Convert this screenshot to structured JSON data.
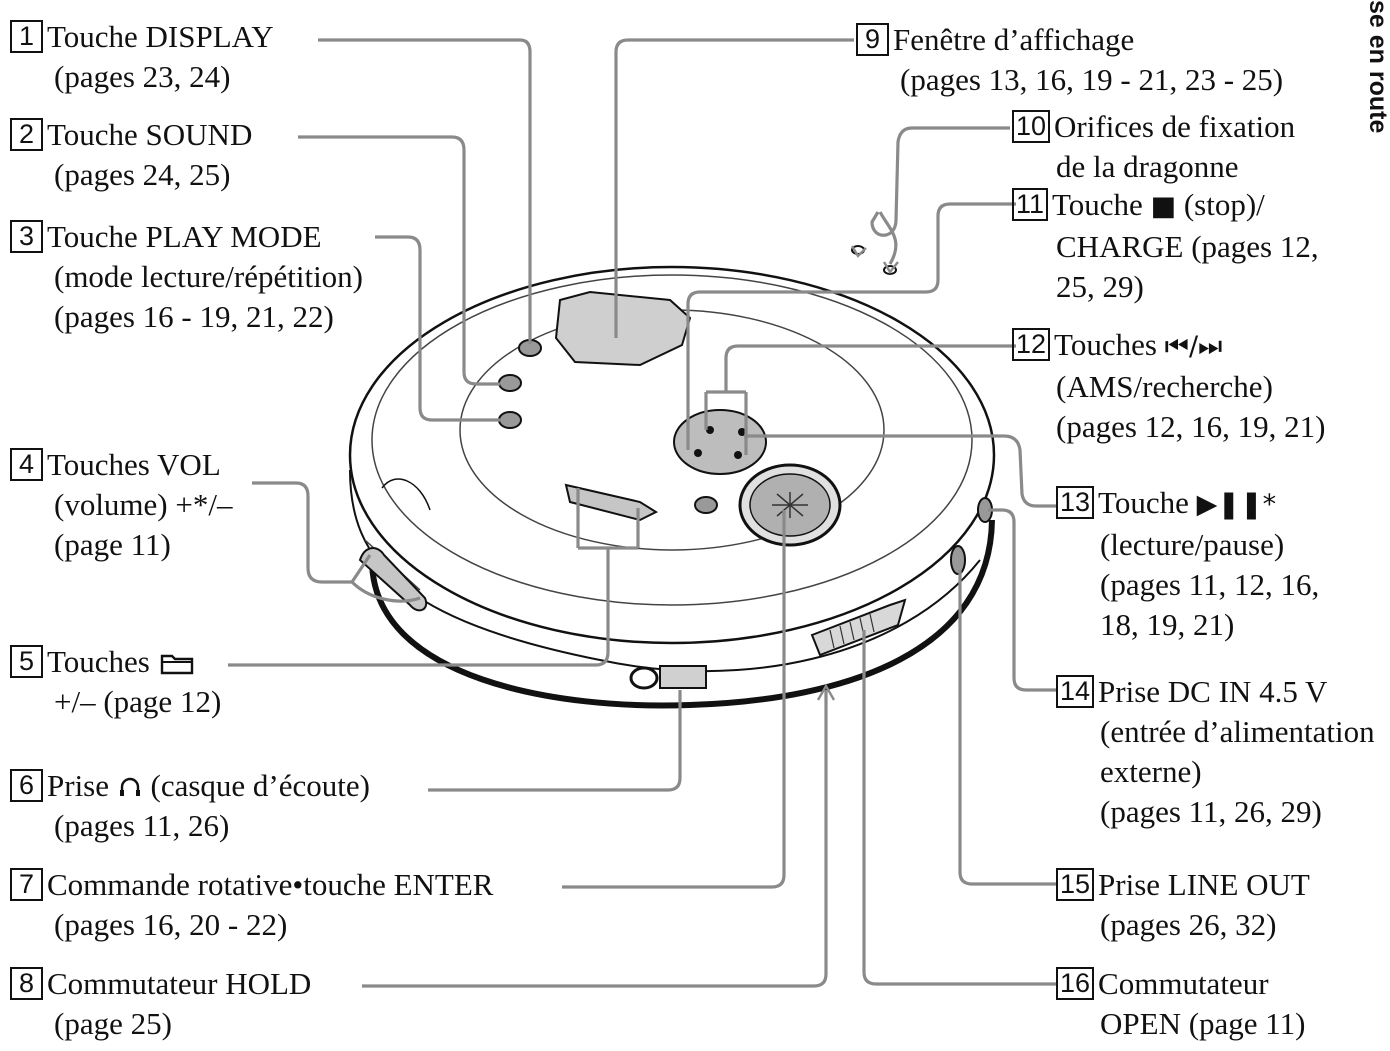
{
  "section_tab": "se en route",
  "callouts": [
    {
      "num": "1",
      "lines": [
        "Touche DISPLAY",
        "(pages 23, 24)"
      ]
    },
    {
      "num": "2",
      "lines": [
        "Touche SOUND",
        "(pages 24, 25)"
      ]
    },
    {
      "num": "3",
      "lines": [
        "Touche PLAY MODE",
        "(mode lecture/répétition)",
        "(pages 16 - 19, 21, 22)"
      ]
    },
    {
      "num": "4",
      "lines": [
        "Touches VOL",
        "(volume) +*/–",
        "(page 11)"
      ]
    },
    {
      "num": "5",
      "prefix": "Touches",
      "icon": "folder-icon",
      "lines": [
        "+/– (page 12)"
      ]
    },
    {
      "num": "6",
      "prefix": "Prise",
      "icon": "headphones-icon",
      "suffix": "(casque d’écoute)",
      "lines": [
        "(pages 11, 26)"
      ]
    },
    {
      "num": "7",
      "lines": [
        "Commande rotative•touche ENTER",
        "(pages 16, 20 - 22)"
      ]
    },
    {
      "num": "8",
      "lines": [
        "Commutateur HOLD",
        "(page 25)"
      ]
    },
    {
      "num": "9",
      "lines": [
        "Fenêtre d’affichage",
        "(pages 13, 16, 19 - 21, 23 - 25)"
      ]
    },
    {
      "num": "10",
      "lines": [
        "Orifices de fixation",
        "de la dragonne"
      ]
    },
    {
      "num": "11",
      "prefix": "Touche",
      "symbol": "■",
      "suffix": "(stop)/",
      "lines": [
        "CHARGE (pages 12,",
        "25, 29)"
      ]
    },
    {
      "num": "12",
      "prefix": "Touches",
      "symbol": "⏮/⏭",
      "lines": [
        "(AMS/recherche)",
        "(pages 12, 16, 19, 21)"
      ]
    },
    {
      "num": "13",
      "prefix": "Touche",
      "symbol": "▶❚❚*",
      "lines": [
        "(lecture/pause)",
        "(pages 11, 12, 16,",
        "18, 19, 21)"
      ]
    },
    {
      "num": "14",
      "lines": [
        "Prise DC IN 4.5 V",
        "(entrée d’alimentation",
        "externe)",
        "(pages 11, 26, 29)"
      ]
    },
    {
      "num": "15",
      "lines": [
        "Prise LINE OUT",
        "(pages 26, 32)"
      ]
    },
    {
      "num": "16",
      "lines": [
        "Commutateur",
        "OPEN (page 11)"
      ]
    }
  ]
}
